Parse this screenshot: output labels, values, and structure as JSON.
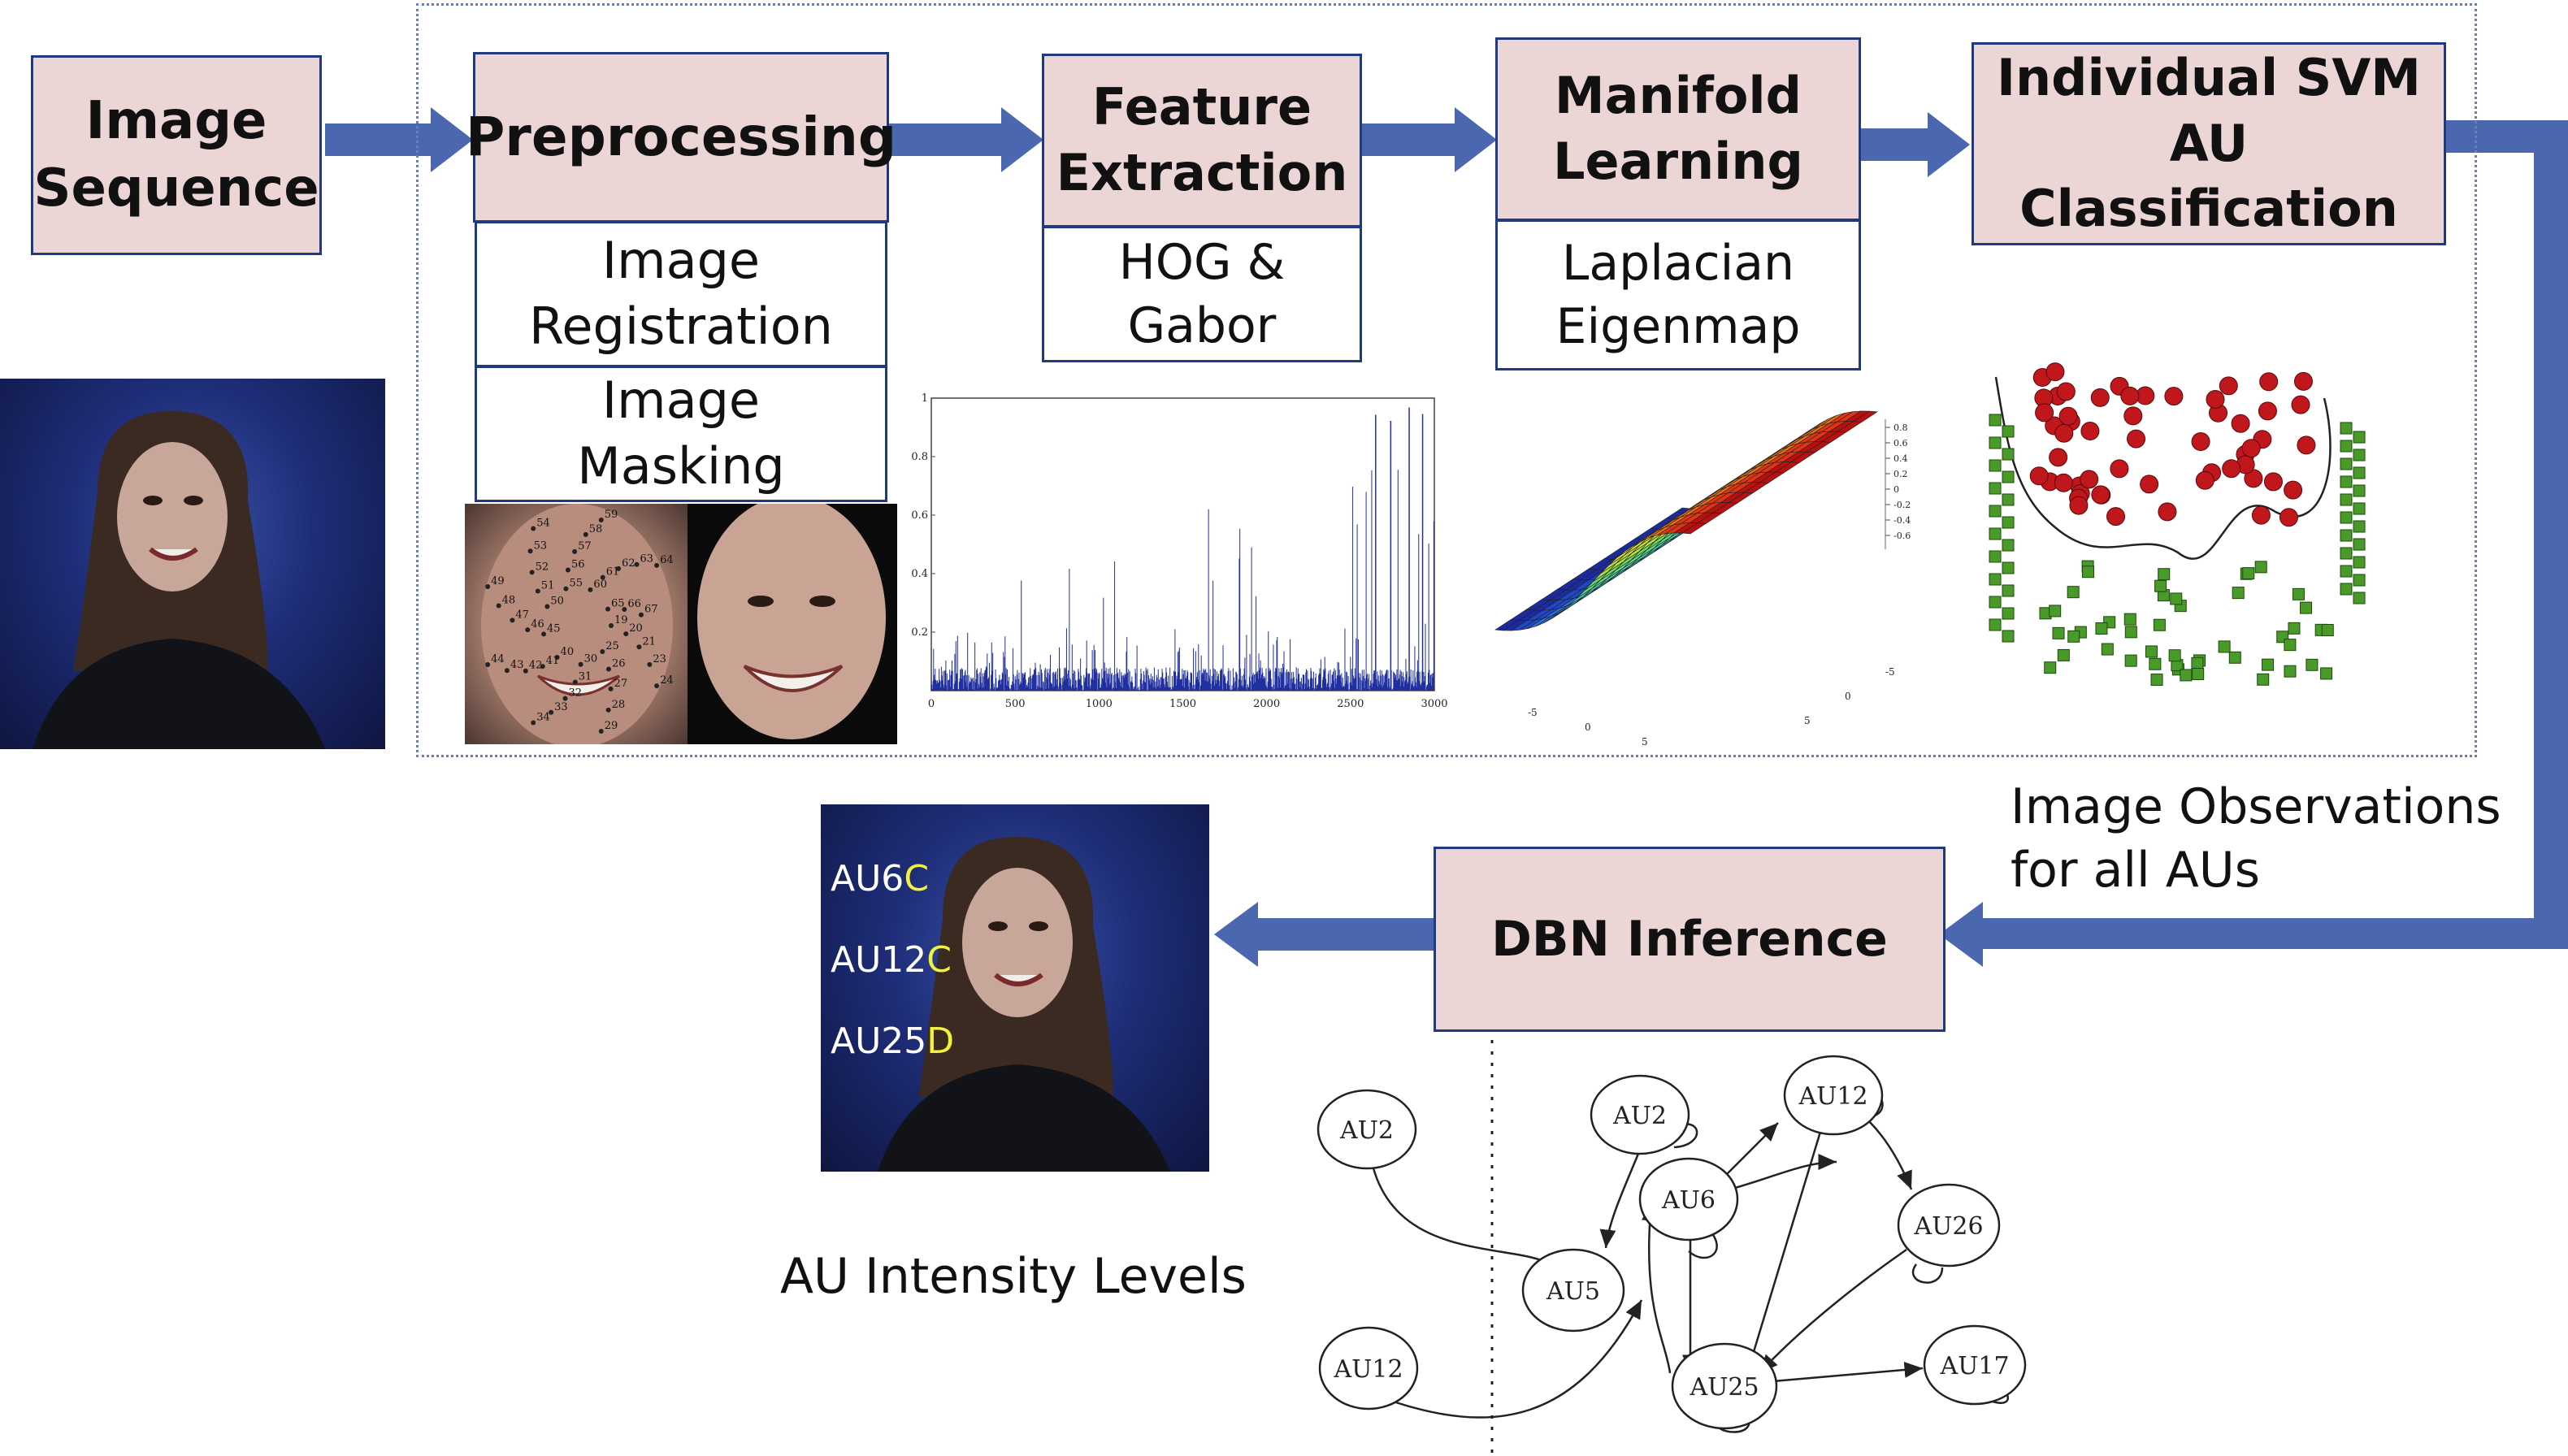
{
  "pipeline": {
    "image_sequence": "Image\nSequence",
    "preprocessing": "Preprocessing",
    "image_registration": "Image\nRegistration",
    "image_masking": "Image\nMasking",
    "feature_extraction": "Feature\nExtraction",
    "hog_gabor": "HOG &\nGabor",
    "manifold_learning": "Manifold\nLearning",
    "laplacian_eigenmap": "Laplacian\nEigenmap",
    "svm": "Individual SVM\nAU Classification",
    "observations": "Image Observations\nfor all AUs",
    "dbn": "DBN Inference",
    "au_intensity": "AU Intensity Levels"
  },
  "face_points": [
    "19",
    "20",
    "21",
    "23",
    "24",
    "25",
    "26",
    "27",
    "28",
    "29",
    "30",
    "31",
    "32",
    "33",
    "34",
    "40",
    "41",
    "42",
    "43",
    "44",
    "45",
    "46",
    "47",
    "48",
    "49",
    "50",
    "51",
    "52",
    "53",
    "54",
    "55",
    "56",
    "57",
    "58",
    "59",
    "60",
    "61",
    "62",
    "63",
    "64",
    "65",
    "66",
    "67"
  ],
  "chart_data": {
    "type": "bar",
    "title": "",
    "x_ticks": [
      "0",
      "500",
      "1000",
      "1500",
      "2000",
      "2500",
      "3000"
    ],
    "y_ticks": [
      "0.2",
      "0.4",
      "0.6",
      "0.8",
      "1"
    ],
    "xlim": [
      0,
      3000
    ],
    "ylim": [
      0,
      1
    ],
    "grid": false
  },
  "surface_plot": {
    "z_ticks": [
      "0.8",
      "0.6",
      "0.4",
      "0.2",
      "0",
      "-0.2",
      "-0.4",
      "-0.6"
    ],
    "x_ticks": [
      "-5",
      "0",
      "5"
    ],
    "y_ticks": [
      "5",
      "0",
      "-5"
    ]
  },
  "scatter_classes": {
    "class_a_color": "#c0171d",
    "class_b_color": "#4a9a2a"
  },
  "au_overlays": [
    {
      "au": "AU6",
      "level": "C"
    },
    {
      "au": "AU12",
      "level": "C"
    },
    {
      "au": "AU25",
      "level": "D"
    }
  ],
  "dbn_graph": {
    "nodes": [
      "AU2",
      "AU12",
      "AU2",
      "AU12",
      "AU6",
      "AU26",
      "AU5",
      "AU25",
      "AU17"
    ]
  },
  "colors": {
    "box_fill": "#ecd5d5",
    "arrow": "#4a67b0",
    "border": "#1f3a80"
  }
}
